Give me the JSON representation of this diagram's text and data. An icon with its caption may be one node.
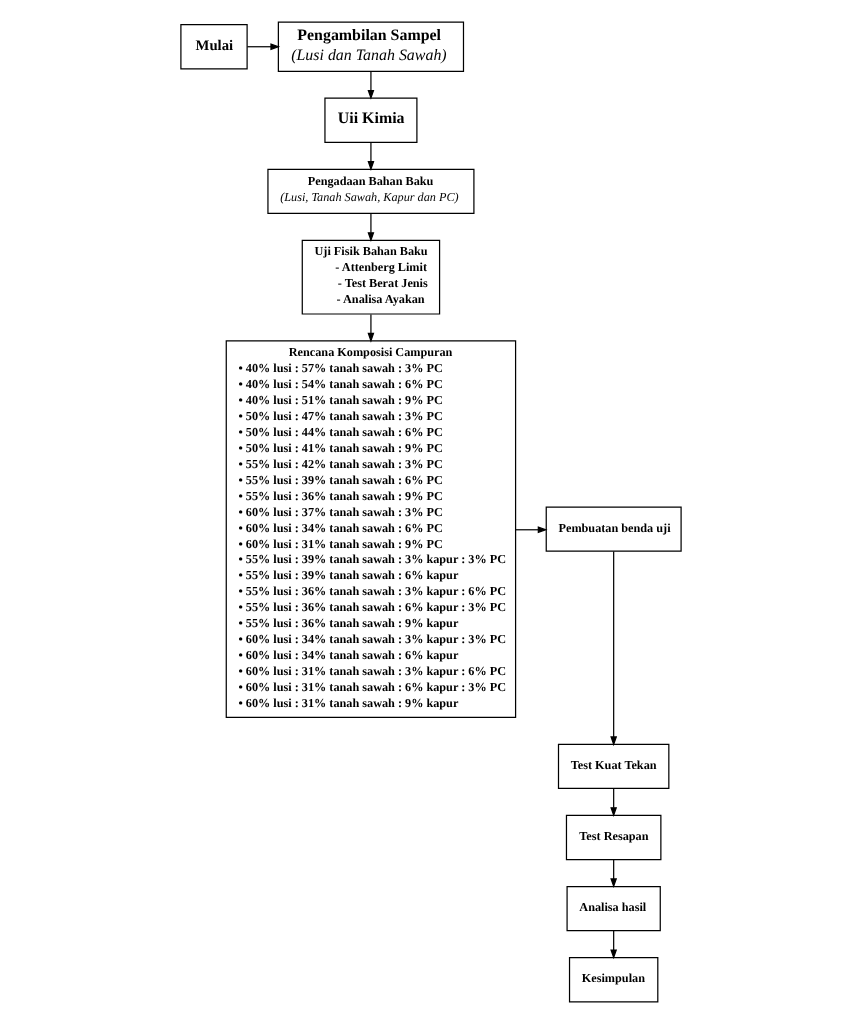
{
  "diagram": {
    "nodes": [
      {
        "text": [
          "Mulai"
        ]
      },
      {
        "text": [
          "Pengambilan Sampel",
          "(Lusi dan Tanah Sawah)"
        ]
      },
      {
        "text": [
          "Uii Kimia"
        ]
      },
      {
        "text": [
          "Pengadaan Bahan Baku",
          "(Lusi, Tanah Sawah, Kapur dan PC)"
        ]
      },
      {
        "text": [
          "Uji Fisik Bahan Baku",
          "- Attenberg Limit",
          "- Test Berat Jenis",
          "- Analisa Ayakan"
        ]
      },
      {
        "text": [
          "Rencana Komposisi Campuran",
          "• 40% lusi : 57% tanah sawah : 3% PC",
          "• 40% lusi : 54% tanah sawah : 6% PC",
          "• 40% lusi : 51% tanah sawah : 9% PC",
          "• 50% lusi : 47% tanah sawah : 3% PC",
          "• 50% lusi : 44% tanah sawah : 6% PC",
          "• 50% lusi : 41% tanah sawah : 9% PC",
          "• 55% lusi : 42% tanah sawah : 3% PC",
          "• 55% lusi : 39% tanah sawah : 6% PC",
          "• 55% lusi : 36% tanah sawah : 9% PC",
          "• 60% lusi : 37% tanah sawah : 3% PC",
          "• 60% lusi : 34% tanah sawah : 6% PC",
          "• 60% lusi : 31% tanah sawah : 9% PC",
          "• 55% lusi : 39% tanah sawah : 3% kapur : 3% PC",
          "• 55% lusi : 39% tanah sawah : 6% kapur",
          "• 55% lusi : 36% tanah sawah : 3% kapur : 6% PC",
          "• 55% lusi : 36% tanah sawah : 6% kapur : 3% PC",
          "• 55% lusi : 36% tanah sawah : 9% kapur",
          "• 60% lusi : 34% tanah sawah : 3% kapur : 3% PC",
          "• 60% lusi : 34% tanah sawah : 6% kapur",
          "• 60% lusi : 31% tanah sawah : 3% kapur : 6% PC",
          "• 60% lusi : 31% tanah sawah : 6% kapur : 3% PC",
          "• 60% lusi : 31% tanah sawah : 9% kapur"
        ]
      },
      {
        "text": [
          "Pembuatan benda uji"
        ]
      },
      {
        "text": [
          "Test Kuat Tekan"
        ]
      },
      {
        "text": [
          "Test Resapan"
        ]
      },
      {
        "text": [
          "Analisa hasil"
        ]
      },
      {
        "text": [
          "Kesimpulan"
        ]
      }
    ],
    "edges": [
      {
        "from": 0,
        "to": 1,
        "arrow": "to"
      },
      {
        "from": 1,
        "to": 2,
        "arrow": "to"
      },
      {
        "from": 2,
        "to": 3,
        "arrow": "to"
      },
      {
        "from": 3,
        "to": 4,
        "arrow": "to"
      },
      {
        "from": 4,
        "to": 5,
        "arrow": "to"
      },
      {
        "from": 5,
        "to": 6,
        "arrow": "to"
      },
      {
        "from": 6,
        "to": 7,
        "arrow": "to"
      },
      {
        "from": 7,
        "to": 8,
        "arrow": "to"
      },
      {
        "from": 8,
        "to": 9,
        "arrow": "to"
      },
      {
        "from": 9,
        "to": 10,
        "arrow": "to"
      }
    ]
  }
}
